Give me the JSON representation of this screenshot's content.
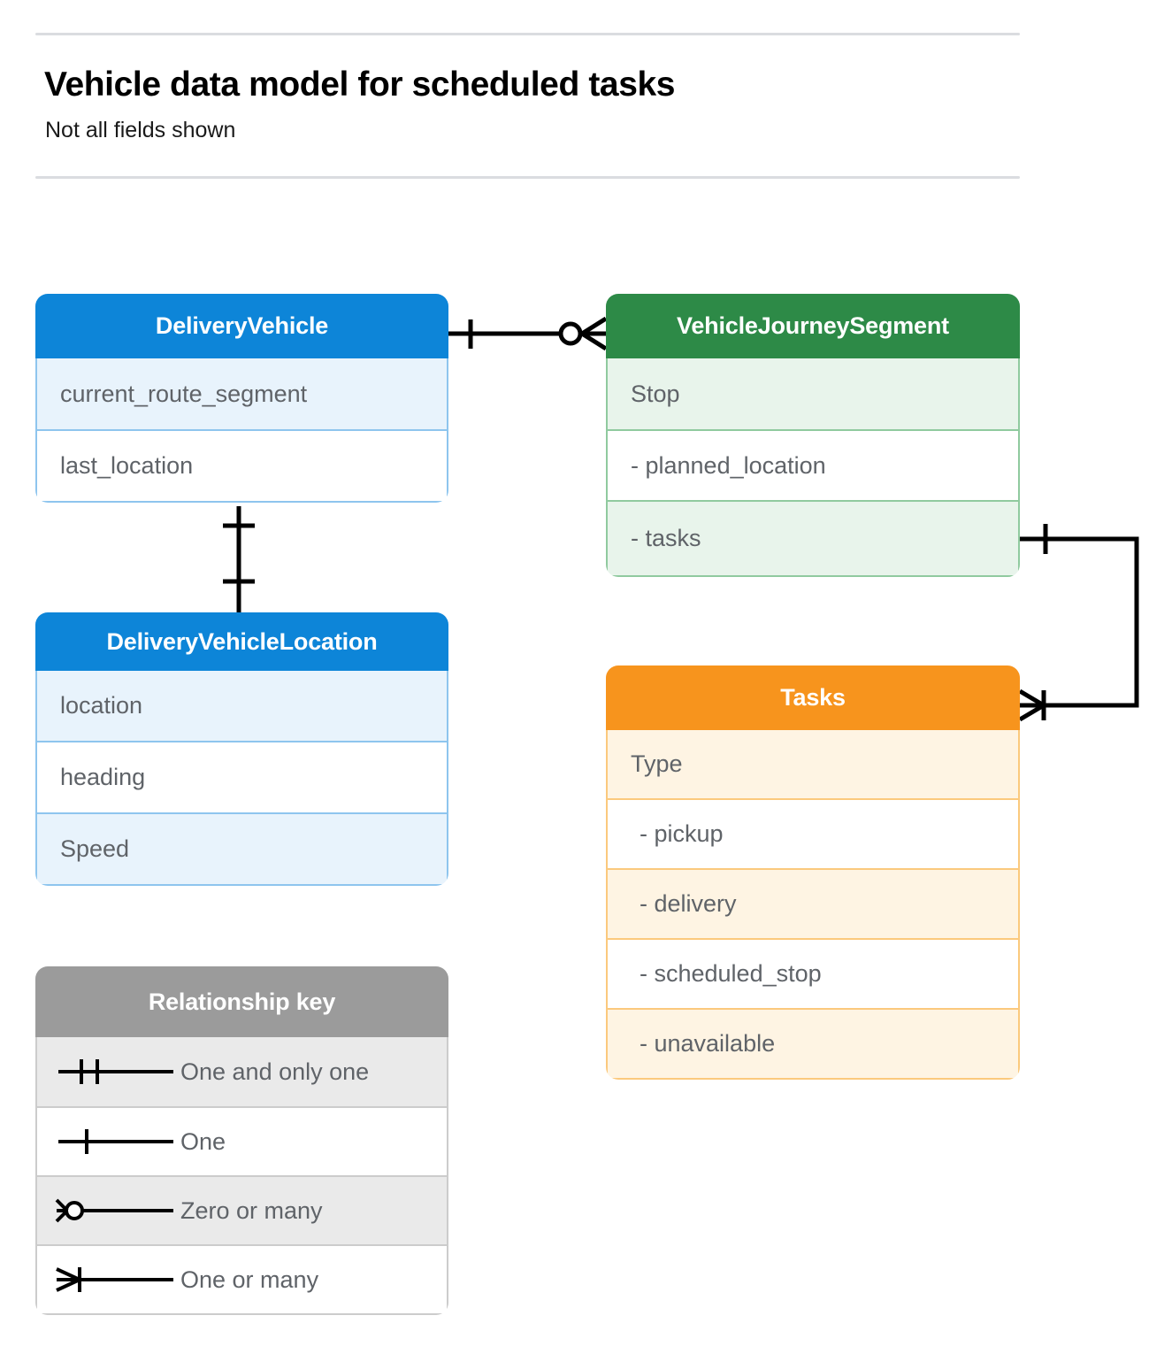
{
  "header": {
    "title": "Vehicle data model for scheduled tasks",
    "subtitle": "Not all fields shown"
  },
  "colors": {
    "blue": "#0d85d8",
    "blue_tint": "#e8f3fc",
    "blue_border": "#8ec5ee",
    "green": "#2d8a47",
    "green_tint": "#e8f4eb",
    "green_border": "#90ca9f",
    "orange": "#f7941d",
    "orange_tint": "#fef4e3",
    "orange_border": "#fbc97d",
    "gray": "#9b9b9b",
    "gray_tint": "#eaeaea",
    "text": "#5f6368",
    "line": "#000000",
    "rule": "#dadce0"
  },
  "entities": {
    "delivery_vehicle": {
      "title": "DeliveryVehicle",
      "rows": [
        {
          "label": "current_route_segment"
        },
        {
          "label": "last_location"
        }
      ]
    },
    "vehicle_journey_segment": {
      "title": "VehicleJourneySegment",
      "rows": [
        {
          "label": "Stop"
        },
        {
          "label": "-  planned_location"
        },
        {
          "label": "- tasks"
        }
      ]
    },
    "delivery_vehicle_location": {
      "title": "DeliveryVehicleLocation",
      "rows": [
        {
          "label": "location"
        },
        {
          "label": "heading"
        },
        {
          "label": "Speed"
        }
      ]
    },
    "tasks": {
      "title": "Tasks",
      "rows": [
        {
          "label": "Type"
        },
        {
          "label": "-  pickup"
        },
        {
          "label": "-  delivery"
        },
        {
          "label": "-  scheduled_stop"
        },
        {
          "label": "-  unavailable"
        }
      ]
    }
  },
  "legend": {
    "title": "Relationship key",
    "items": [
      {
        "label": "One and only one",
        "symbol": "one-and-only-one"
      },
      {
        "label": "One",
        "symbol": "one"
      },
      {
        "label": "Zero or many",
        "symbol": "zero-or-many"
      },
      {
        "label": "One or many",
        "symbol": "one-or-many"
      }
    ]
  },
  "relationships": [
    {
      "from": "DeliveryVehicle",
      "to": "VehicleJourneySegment",
      "from_cardinality": "one",
      "to_cardinality": "zero-or-many"
    },
    {
      "from": "DeliveryVehicle",
      "to": "DeliveryVehicleLocation",
      "from_cardinality": "one",
      "to_cardinality": "one"
    },
    {
      "from": "VehicleJourneySegment.tasks",
      "to": "Tasks",
      "from_cardinality": "one",
      "to_cardinality": "one-or-many"
    }
  ]
}
